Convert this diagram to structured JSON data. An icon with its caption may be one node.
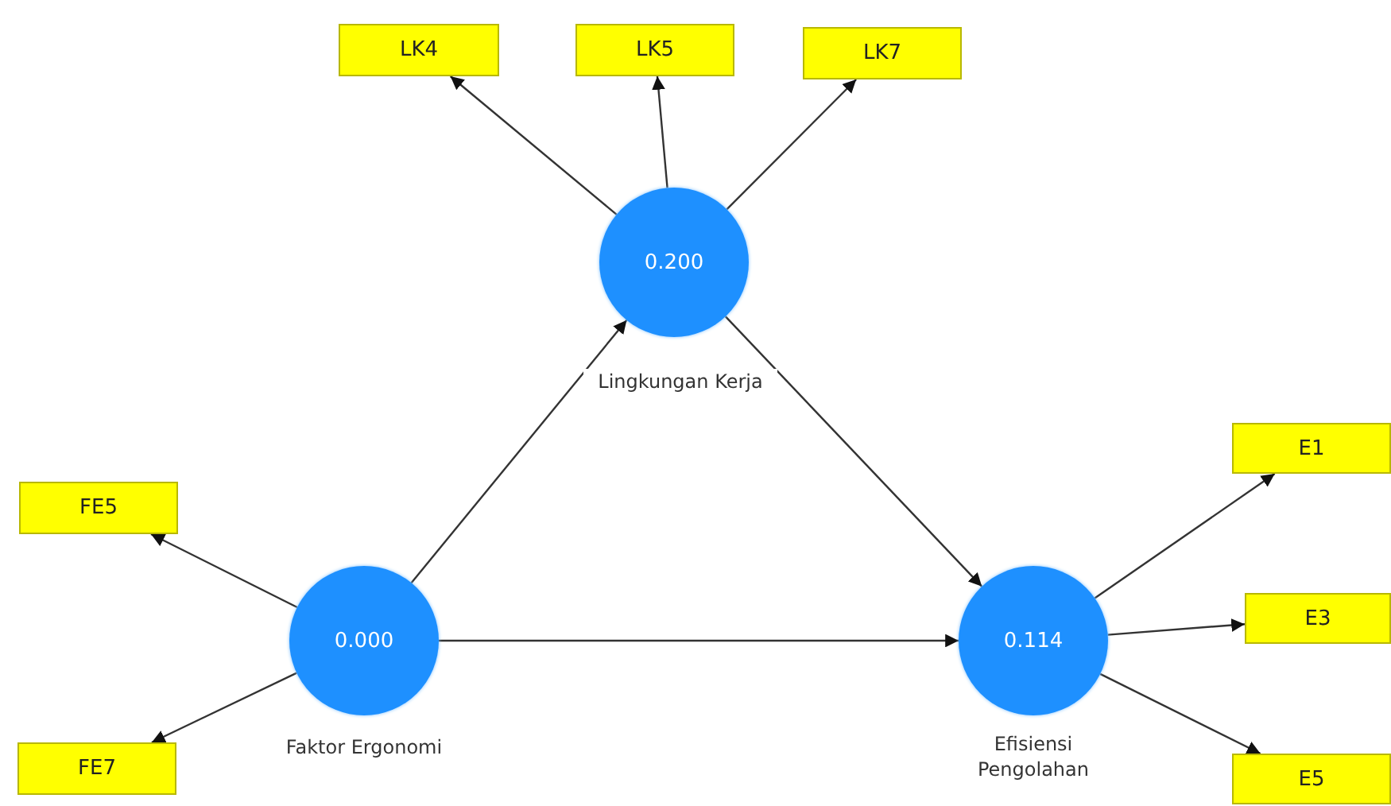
{
  "diagram": {
    "nodes": [
      {
        "text": [
          "LK4"
        ]
      },
      {
        "text": [
          "LK5"
        ]
      },
      {
        "text": [
          "LK7"
        ]
      },
      {
        "text": [
          "0.200"
        ],
        "beside": [
          "Lingkungan Kerja"
        ]
      },
      {
        "text": [
          "FE5"
        ]
      },
      {
        "text": [
          "FE7"
        ]
      },
      {
        "text": [
          "0.000"
        ],
        "beside": [
          "Faktor Ergonomi"
        ]
      },
      {
        "text": [
          "0.114"
        ],
        "beside": [
          "Efisiensi Pengolahan"
        ]
      },
      {
        "text": [
          "E1"
        ]
      },
      {
        "text": [
          "E3"
        ]
      },
      {
        "text": [
          "E5"
        ]
      }
    ],
    "edges": [
      {
        "from": 3,
        "to": 0,
        "arrow": "to"
      },
      {
        "from": 3,
        "to": 1,
        "arrow": "to"
      },
      {
        "from": 3,
        "to": 2,
        "arrow": "to"
      },
      {
        "from": 6,
        "to": 4,
        "arrow": "to"
      },
      {
        "from": 6,
        "to": 5,
        "arrow": "to"
      },
      {
        "from": 6,
        "to": 3,
        "arrow": "to"
      },
      {
        "from": 6,
        "to": 7,
        "arrow": "to"
      },
      {
        "from": 3,
        "to": 7,
        "arrow": "to"
      },
      {
        "from": 7,
        "to": 8,
        "arrow": "to"
      },
      {
        "from": 7,
        "to": 9,
        "arrow": "to"
      },
      {
        "from": 7,
        "to": 10,
        "arrow": "to"
      }
    ]
  }
}
